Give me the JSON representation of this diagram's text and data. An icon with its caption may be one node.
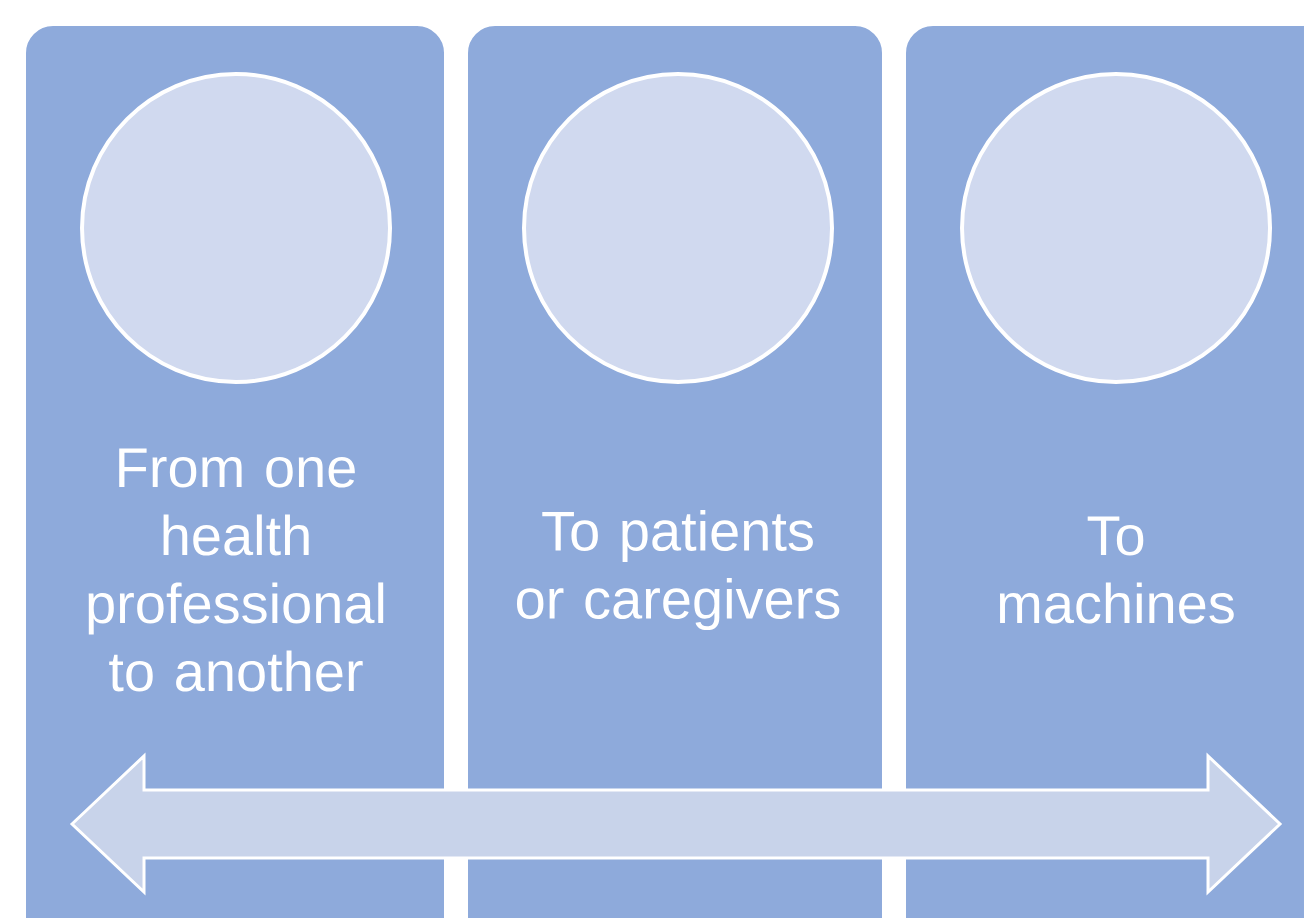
{
  "diagram": {
    "nodes": [
      {
        "text": [
          "From one health professional to another"
        ]
      },
      {
        "text": [],
        "shape": "circle",
        "in": 0
      },
      {
        "text": [
          "To patients or caregivers"
        ]
      },
      {
        "text": [],
        "shape": "circle",
        "in": 2
      },
      {
        "text": [
          "To machines"
        ]
      },
      {
        "text": [],
        "shape": "circle",
        "in": 4
      }
    ]
  }
}
